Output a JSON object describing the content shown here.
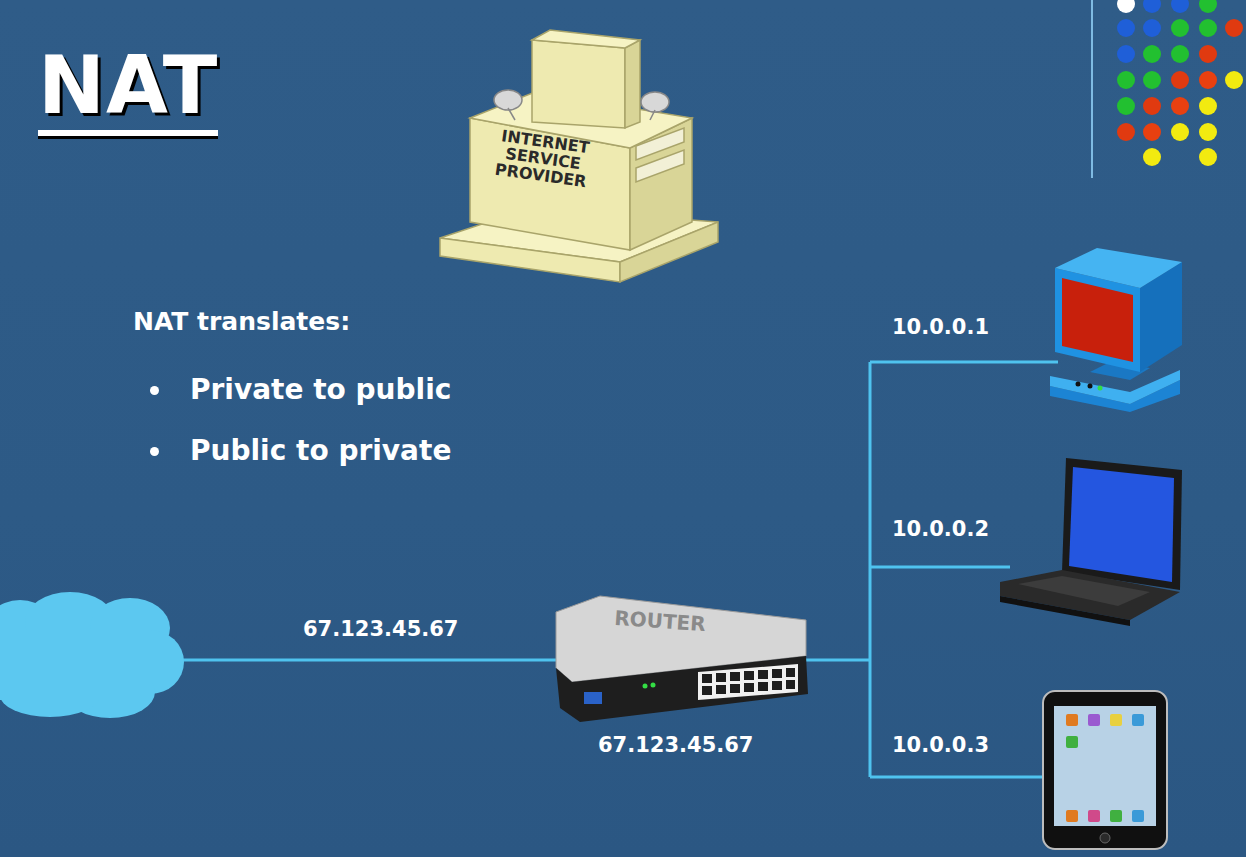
{
  "diagram": {
    "title": "NAT",
    "nodes": [
      {
        "text": [
          "INTERNET SERVICE PROVIDER"
        ]
      },
      {
        "text": [
          "ROUTER"
        ]
      }
    ],
    "labels": [
      "NAT translates:",
      "Private to public",
      "Public to private",
      "10.0.0.1",
      "10.0.0.2",
      "67.123.45.67",
      "67.123.45.67",
      "10.0.0.3"
    ]
  }
}
